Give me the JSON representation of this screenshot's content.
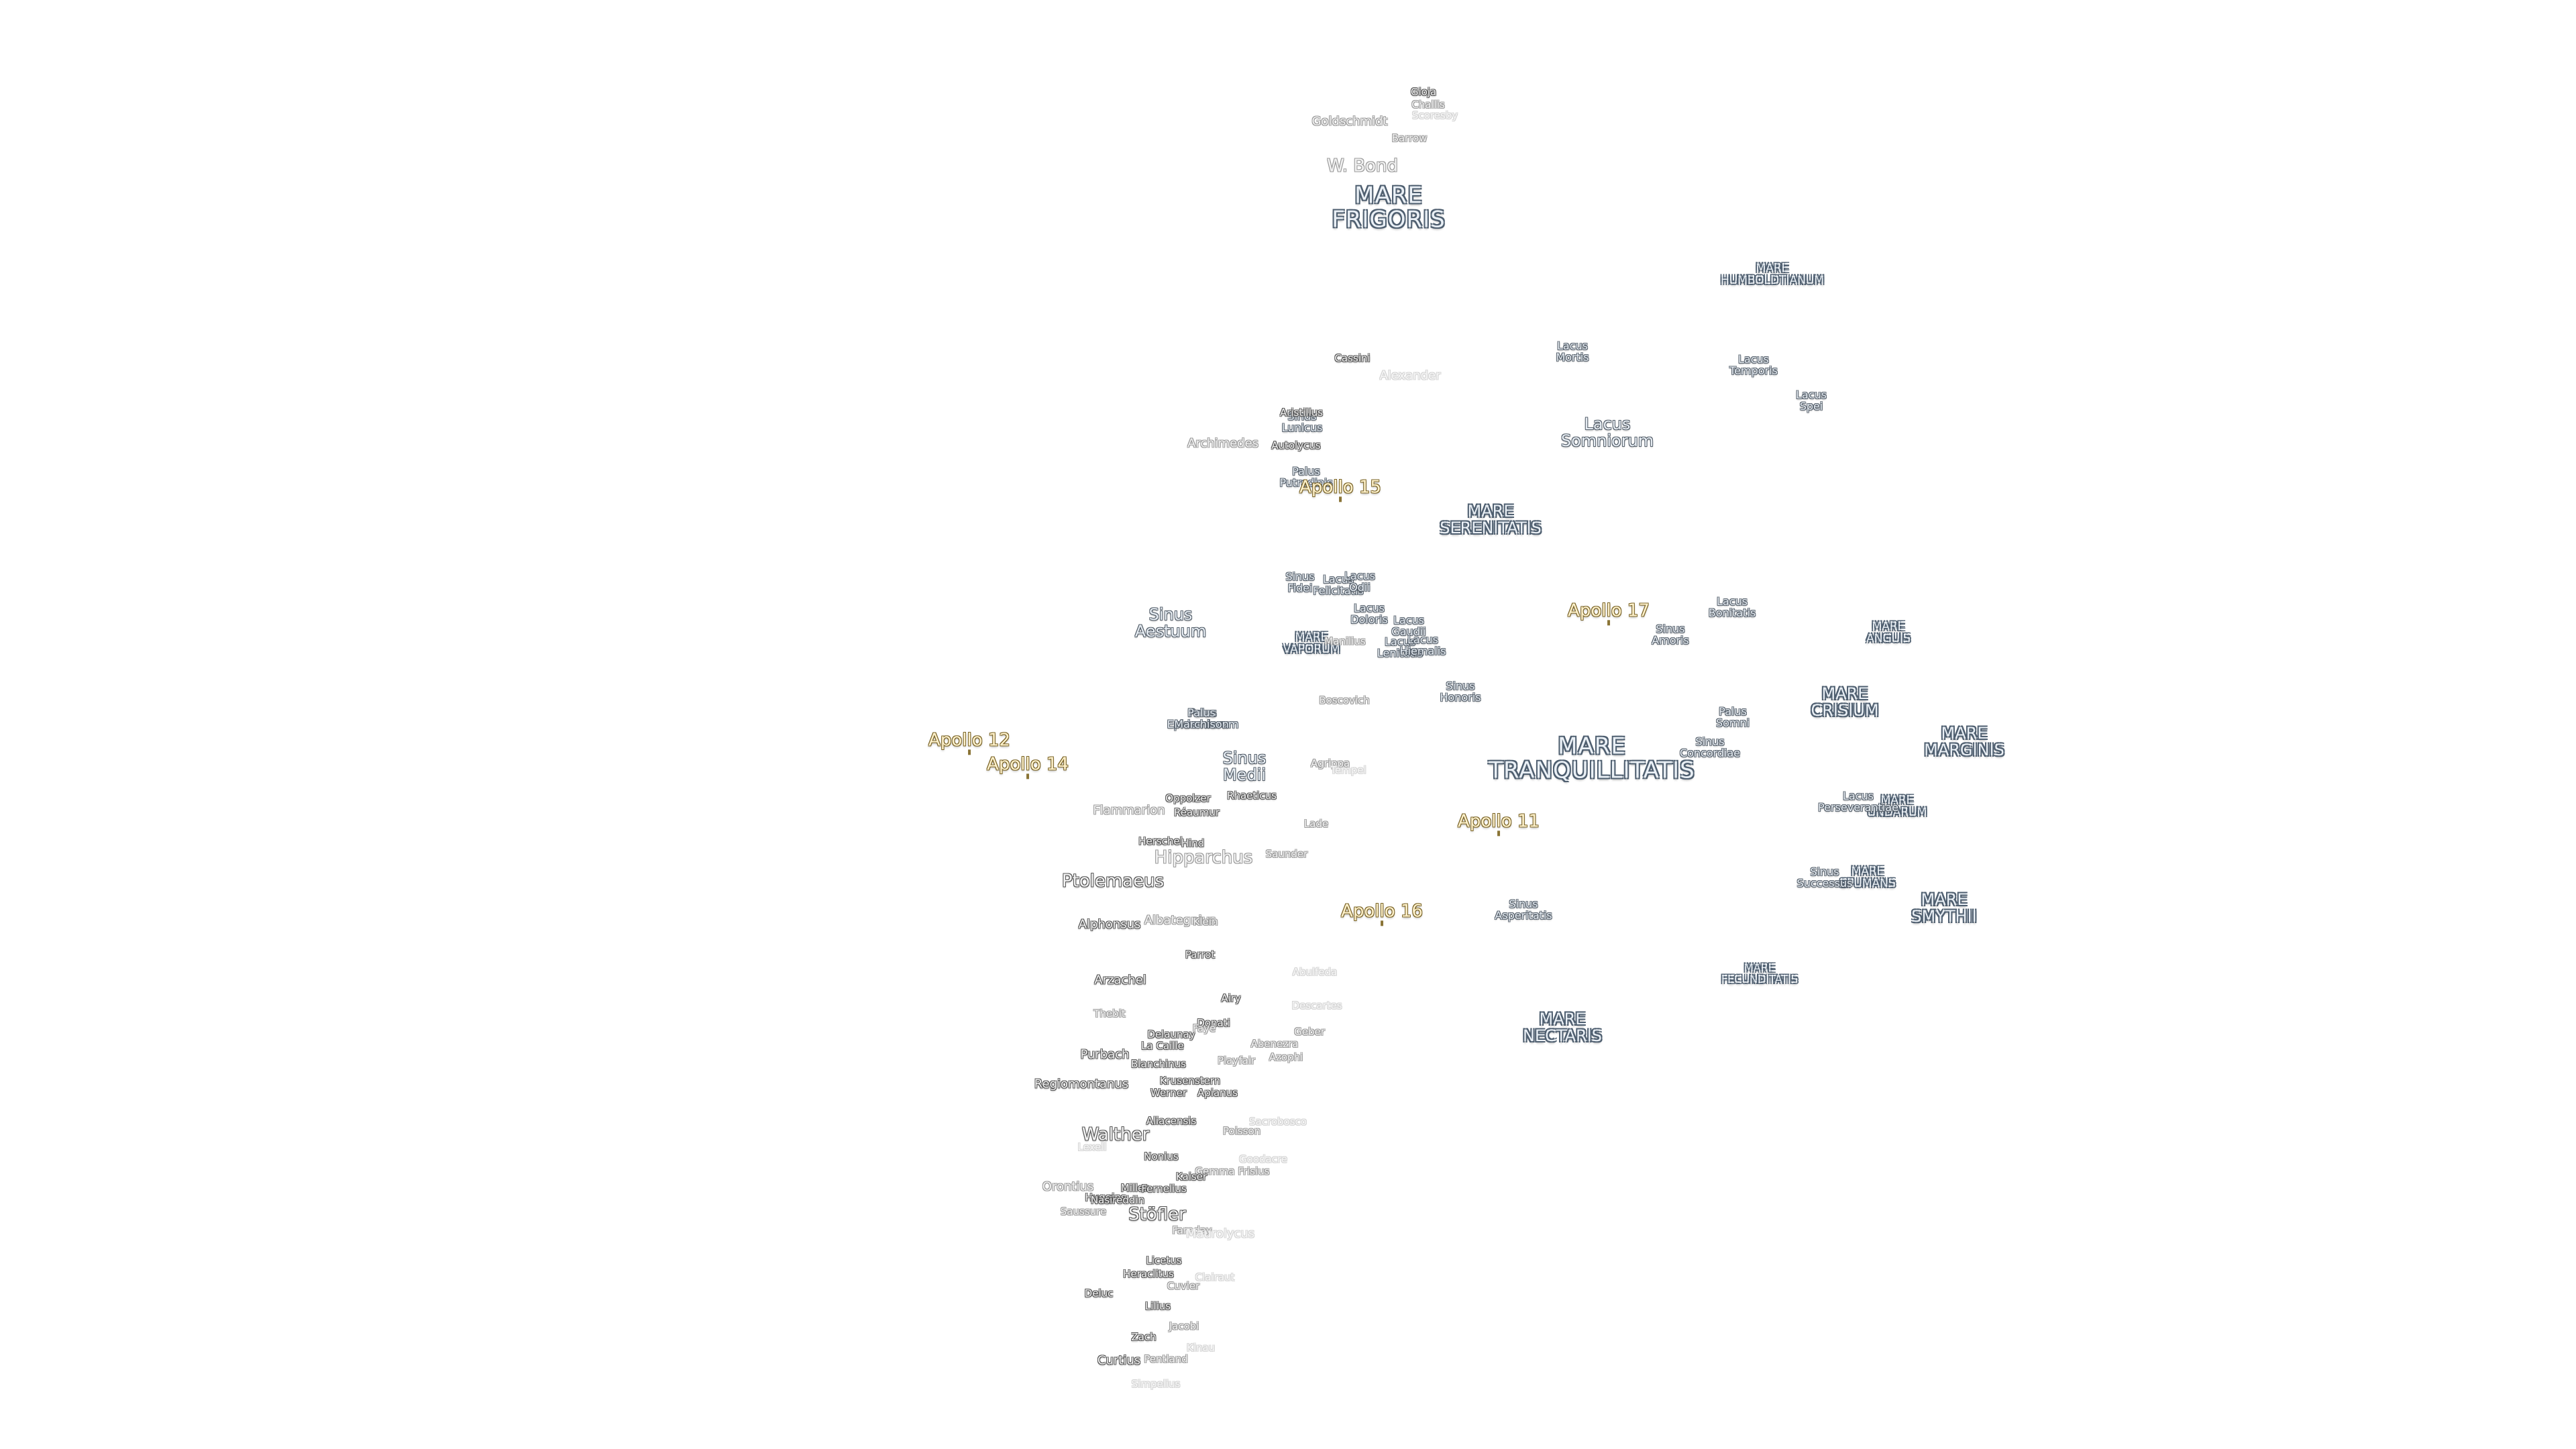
{
  "maria": [
    {
      "key": "frigoris",
      "label": "MARE\nFRIGORIS"
    },
    {
      "key": "humboldt",
      "label": "MARE\nHUMBOLDTIANUM"
    },
    {
      "key": "serenitatis",
      "label": "MARE\nSERENITATIS"
    },
    {
      "key": "vaporum",
      "label": "MARE\nVAPORUM"
    },
    {
      "key": "anguis",
      "label": "MARE\nANGUIS"
    },
    {
      "key": "crisium",
      "label": "MARE\nCRISIUM"
    },
    {
      "key": "marginis",
      "label": "MARE\nMARGINIS"
    },
    {
      "key": "tranquillitatis",
      "label": "MARE\nTRANQUILLITATIS"
    },
    {
      "key": "undarum",
      "label": "MARE\nUNDARUM"
    },
    {
      "key": "spumans",
      "label": "MARE\nSPUMANS"
    },
    {
      "key": "smythii",
      "label": "MARE\nSMYTHII"
    },
    {
      "key": "fecunditatis",
      "label": "MARE\nFECUNDITATIS"
    },
    {
      "key": "nectaris",
      "label": "MARE\nNECTARIS"
    }
  ],
  "lakes": [
    {
      "key": "mortis",
      "label": "Lacus\nMortis"
    },
    {
      "key": "temporis",
      "label": "Lacus\nTemporis"
    },
    {
      "key": "spei",
      "label": "Lacus\nSpei"
    },
    {
      "key": "somniorum",
      "label": "Lacus\nSomniorum"
    },
    {
      "key": "lunicus",
      "label": "Sinus\nLunicus"
    },
    {
      "key": "putredinis",
      "label": "Palus\nPutredinis"
    },
    {
      "key": "aestuum",
      "label": "Sinus\nAestuum"
    },
    {
      "key": "fidei",
      "label": "Sinus\nFidei"
    },
    {
      "key": "felicitatis",
      "label": "Lacus\nFelicitatis"
    },
    {
      "key": "odii",
      "label": "Lacus\nOdii"
    },
    {
      "key": "doloris",
      "label": "Lacus\nDoloris"
    },
    {
      "key": "gaudii",
      "label": "Lacus\nGaudii"
    },
    {
      "key": "lenitatis",
      "label": "Lacus\nLenitatis"
    },
    {
      "key": "hiemalis",
      "label": "Lacus\nHiemalis"
    },
    {
      "key": "bonitatis",
      "label": "Lacus\nBonitatis"
    },
    {
      "key": "amoris",
      "label": "Sinus\nAmoris"
    },
    {
      "key": "honoris",
      "label": "Sinus\nHonoris"
    },
    {
      "key": "somni",
      "label": "Palus\nSomni"
    },
    {
      "key": "concordiae",
      "label": "Sinus\nConcordiae"
    },
    {
      "key": "medii",
      "label": "Sinus\nMedii"
    },
    {
      "key": "perseverantiae",
      "label": "Lacus\nPerseverantiae"
    },
    {
      "key": "successus",
      "label": "Sinus\nSuccessus"
    },
    {
      "key": "asperitatis",
      "label": "Sinus\nAsperitatis"
    },
    {
      "key": "epidemiarum",
      "label": "Palus\nEpidemiarum"
    },
    {
      "key": "ssapallus",
      "label": "Palus\nMarchison"
    }
  ],
  "apollo": [
    {
      "key": "a15",
      "label": "Apollo 15"
    },
    {
      "key": "a17",
      "label": "Apollo 17"
    },
    {
      "key": "a12",
      "label": "Apollo 12"
    },
    {
      "key": "a14",
      "label": "Apollo 14"
    },
    {
      "key": "a11",
      "label": "Apollo 11"
    },
    {
      "key": "a16",
      "label": "Apollo 16"
    }
  ],
  "craters": [
    {
      "key": "gioja",
      "label": "Gioja"
    },
    {
      "key": "challis",
      "label": "Challis"
    },
    {
      "key": "scoresby",
      "label": "Scoresby"
    },
    {
      "key": "goldschmidt",
      "label": "Goldschmidt"
    },
    {
      "key": "barrow",
      "label": "Barrow"
    },
    {
      "key": "wbond",
      "label": "W. Bond"
    },
    {
      "key": "cassini",
      "label": "Cassini"
    },
    {
      "key": "alexander",
      "label": "Alexander"
    },
    {
      "key": "aristillus",
      "label": "Aristillus"
    },
    {
      "key": "archimedes",
      "label": "Archimedes"
    },
    {
      "key": "autolycus",
      "label": "Autolycus"
    },
    {
      "key": "manilius",
      "label": "Manilius"
    },
    {
      "key": "boscovich",
      "label": "Boscovich"
    },
    {
      "key": "agrippa",
      "label": "Agrippa"
    },
    {
      "key": "tempel",
      "label": "Tempel"
    },
    {
      "key": "oppolzer",
      "label": "Oppolzer"
    },
    {
      "key": "rhaeticus",
      "label": "Rhaeticus"
    },
    {
      "key": "reaumur",
      "label": "Réaumur"
    },
    {
      "key": "flammarion",
      "label": "Flammarion"
    },
    {
      "key": "lade",
      "label": "Lade"
    },
    {
      "key": "herschel",
      "label": "Herschel"
    },
    {
      "key": "hind",
      "label": "Hind"
    },
    {
      "key": "hipparchus",
      "label": "Hipparchus"
    },
    {
      "key": "saunder",
      "label": "Saunder"
    },
    {
      "key": "ptolemaeus",
      "label": "Ptolemaeus"
    },
    {
      "key": "alphonsus",
      "label": "Alphonsus"
    },
    {
      "key": "albategnius",
      "label": "Albategnius"
    },
    {
      "key": "klein",
      "label": "Klein"
    },
    {
      "key": "parrot",
      "label": "Parrot"
    },
    {
      "key": "abulfeda",
      "label": "Abulfeda"
    },
    {
      "key": "arzachel",
      "label": "Arzachel"
    },
    {
      "key": "airy",
      "label": "Airy"
    },
    {
      "key": "descartes",
      "label": "Descartes"
    },
    {
      "key": "thebit",
      "label": "Thebit"
    },
    {
      "key": "donati",
      "label": "Donati"
    },
    {
      "key": "delaunay",
      "label": "Delaunay"
    },
    {
      "key": "faye",
      "label": "Faye"
    },
    {
      "key": "geber",
      "label": "Geber"
    },
    {
      "key": "purbach",
      "label": "Purbach"
    },
    {
      "key": "lacaille",
      "label": "La Caille"
    },
    {
      "key": "abenezra",
      "label": "Abenezra"
    },
    {
      "key": "blanchinus",
      "label": "Blanchinus"
    },
    {
      "key": "playfair",
      "label": "Playfair"
    },
    {
      "key": "azophi",
      "label": "Azophi"
    },
    {
      "key": "regiomontanus",
      "label": "Regiomontanus"
    },
    {
      "key": "krusenstern",
      "label": "Krusenstern"
    },
    {
      "key": "werner",
      "label": "Werner"
    },
    {
      "key": "apianus",
      "label": "Apianus"
    },
    {
      "key": "aliacensis",
      "label": "Aliacensis"
    },
    {
      "key": "sacrobosco",
      "label": "Sacrobosco"
    },
    {
      "key": "poisson",
      "label": "Poisson"
    },
    {
      "key": "walther",
      "label": "Walther"
    },
    {
      "key": "lexell",
      "label": "Lexell"
    },
    {
      "key": "nonius",
      "label": "Nonius"
    },
    {
      "key": "gemmafrisius",
      "label": "Gemma Frisius"
    },
    {
      "key": "goodacre",
      "label": "Goodacre"
    },
    {
      "key": "kaiser",
      "label": "Kaiser"
    },
    {
      "key": "orontius",
      "label": "Orontius"
    },
    {
      "key": "miller",
      "label": "Miller"
    },
    {
      "key": "fernelius",
      "label": "Fernelius"
    },
    {
      "key": "huggins",
      "label": "Huggins"
    },
    {
      "key": "nasireddin",
      "label": "Nasireddin"
    },
    {
      "key": "saussure",
      "label": "Saussure"
    },
    {
      "key": "stofler",
      "label": "Stöfler"
    },
    {
      "key": "faraday",
      "label": "Faraday"
    },
    {
      "key": "maurolycus",
      "label": "Maurolycus"
    },
    {
      "key": "licetus",
      "label": "Licetus"
    },
    {
      "key": "heraclitus",
      "label": "Heraclitus"
    },
    {
      "key": "cuvier",
      "label": "Cuvier"
    },
    {
      "key": "clairaut",
      "label": "Clairaut"
    },
    {
      "key": "deluc",
      "label": "Deluc"
    },
    {
      "key": "lilius",
      "label": "Lilius"
    },
    {
      "key": "jacobi",
      "label": "Jacobi"
    },
    {
      "key": "zach",
      "label": "Zach"
    },
    {
      "key": "kinau",
      "label": "Kinau"
    },
    {
      "key": "curtius",
      "label": "Curtius"
    },
    {
      "key": "pentland",
      "label": "Pentland"
    },
    {
      "key": "simpelius",
      "label": "Simpelius"
    }
  ]
}
